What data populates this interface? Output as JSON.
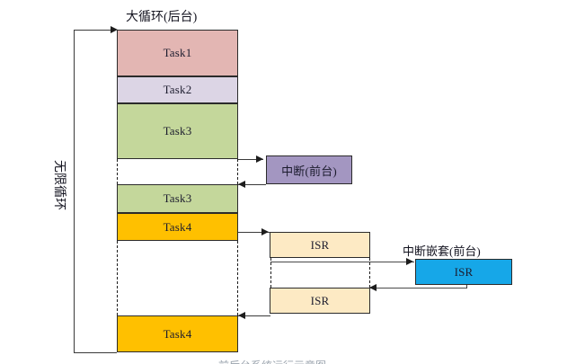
{
  "diagram": {
    "title_background": "大循环(后台)",
    "loop_label": "无限循环",
    "interrupt_label": "中断(前台)",
    "nested_interrupt_label": "中断嵌套(前台)",
    "bottom_caption": "前后台系统运行示意图"
  },
  "colors": {
    "task1": "#e3b6b3",
    "task2": "#dcd5e5",
    "task3": "#c4d79b",
    "task4": "#ffc000",
    "isr": "#fdeac4",
    "interrupt": "#a396c1",
    "nested_isr": "#16a7e8",
    "border": "#2b2b2b",
    "line": "#3a3a3a"
  },
  "main_loop": {
    "name": "大循环(后台)",
    "blocks": [
      {
        "label": "Task1",
        "color": "#e3b6b3"
      },
      {
        "label": "Task2",
        "color": "#dcd5e5"
      },
      {
        "label": "Task3",
        "color": "#c4d79b"
      },
      {
        "label": "Task3",
        "color": "#c4d79b"
      },
      {
        "label": "Task4",
        "color": "#ffc000"
      },
      {
        "label": "Task4",
        "color": "#ffc000"
      }
    ]
  },
  "interrupts": {
    "foreground": {
      "label": "中断(前台)",
      "color": "#a396c1"
    },
    "isr_upper": {
      "label": "ISR",
      "color": "#fdeac4"
    },
    "isr_lower": {
      "label": "ISR",
      "color": "#fdeac4"
    },
    "nested": {
      "label": "ISR",
      "color": "#16a7e8",
      "caption": "中断嵌套(前台)"
    }
  }
}
